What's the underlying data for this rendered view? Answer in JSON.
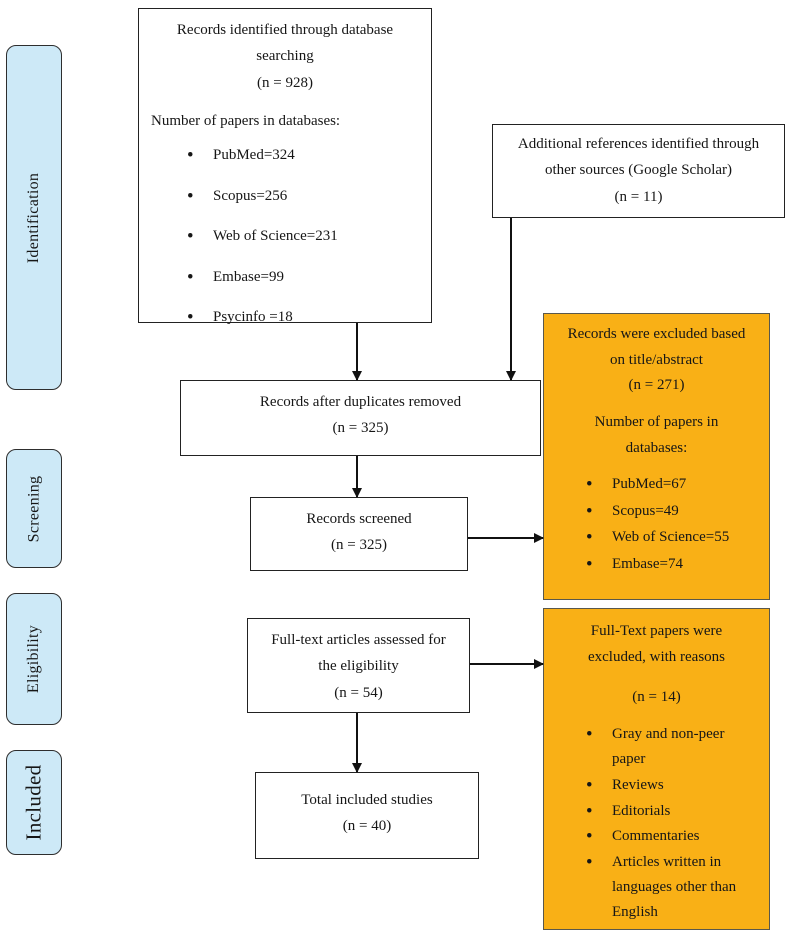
{
  "colors": {
    "highlight_fill": "#F9B016",
    "stage_fill": "#CDE9F7",
    "box_border": "#222222",
    "arrow": "#111111"
  },
  "stages": [
    {
      "label": "Identification"
    },
    {
      "label": "Screening"
    },
    {
      "label": "Eligibility"
    },
    {
      "label": "Included"
    }
  ],
  "boxes": {
    "identified": {
      "line1": "Records identified through database",
      "line2": "searching",
      "line3": "(n = 928)",
      "subheading": "Number of papers in databases:",
      "bullets": [
        "PubMed=324",
        "Scopus=256",
        "Web of Science=231",
        "Embase=99",
        "Psycinfo =18"
      ]
    },
    "additional": {
      "line1": "Additional references identified through",
      "line2": "other sources (Google Scholar)",
      "line3": "(n = 11)"
    },
    "duplicates": {
      "line1": "Records after duplicates removed",
      "line2": "(n = 325)"
    },
    "screened": {
      "line1": "Records screened",
      "line2": "(n = 325)"
    },
    "excluded_title_abstract": {
      "line1": "Records were excluded based",
      "line2": "on title/abstract",
      "line3": "(n = 271)",
      "subheading1": "Number of papers in",
      "subheading2": "databases:",
      "bullets": [
        "PubMed=67",
        "Scopus=49",
        "Web of Science=55",
        "Embase=74"
      ]
    },
    "fulltext": {
      "line1": "Full-text articles assessed for",
      "line2": "the eligibility",
      "line3": "(n = 54)"
    },
    "fulltext_excluded": {
      "line1": "Full-Text papers were",
      "line2": "excluded, with reasons",
      "line3": "(n = 14)",
      "bullets": [
        "Gray and non-peer paper",
        "Reviews",
        "Editorials",
        "Commentaries",
        "Articles written in languages other than English"
      ]
    },
    "included_total": {
      "line1": "Total included studies",
      "line2": "(n = 40)"
    }
  }
}
